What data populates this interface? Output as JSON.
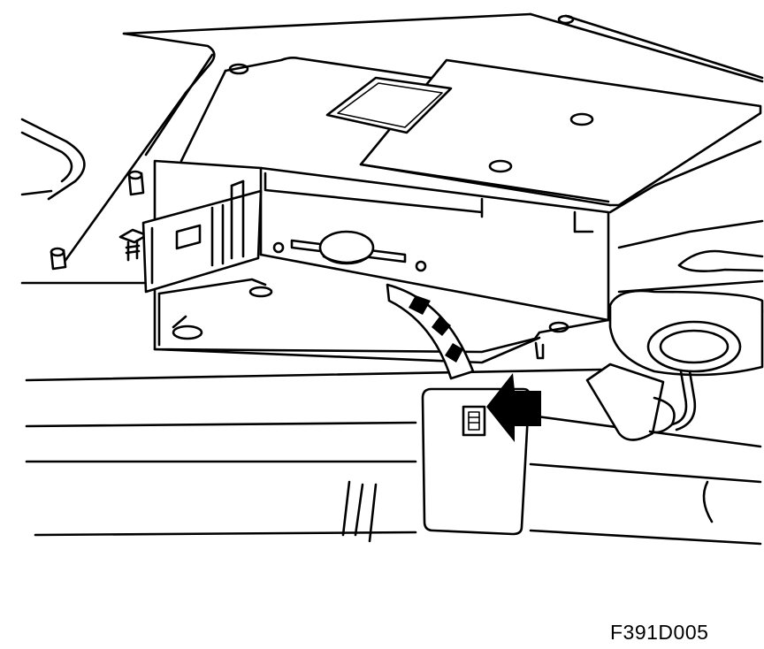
{
  "figure": {
    "reference_code": "F391D005"
  },
  "colors": {
    "line": "#000000",
    "background": "#ffffff"
  },
  "icons": {
    "arrow": "bold-left-arrow",
    "rotation": "curved-striped-arrow"
  }
}
